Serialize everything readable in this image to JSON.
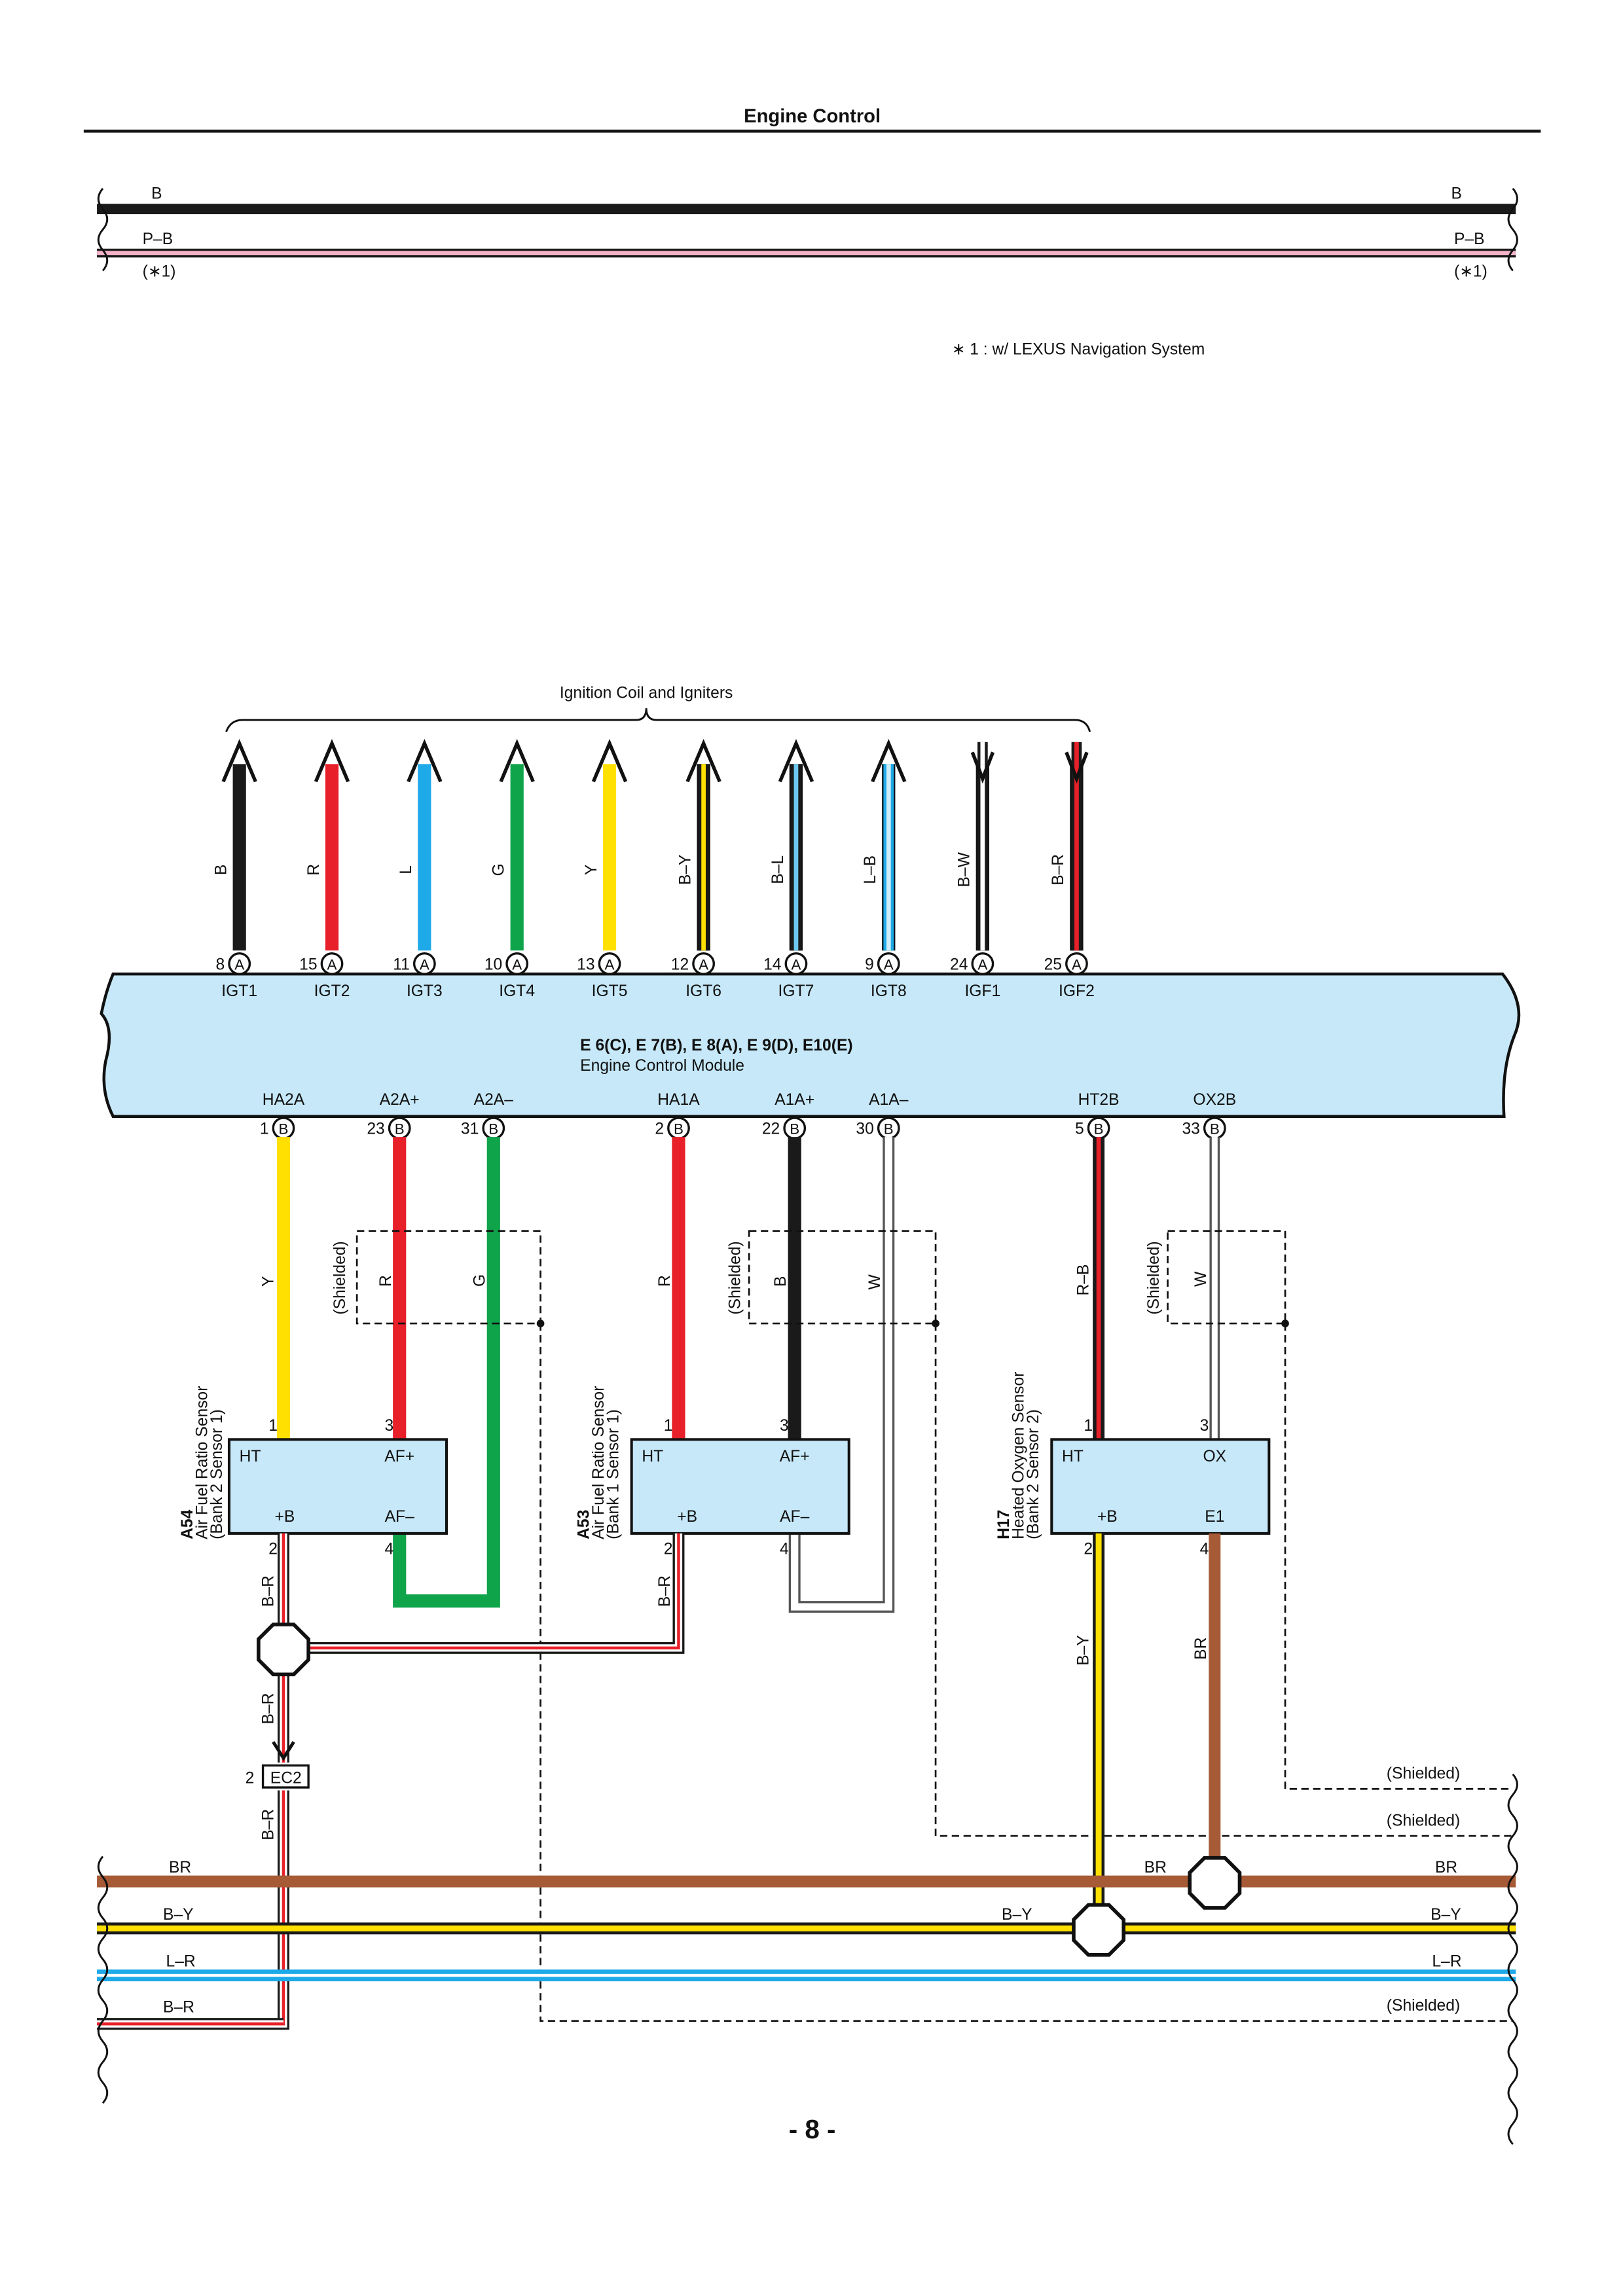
{
  "page": {
    "header": "Engine Control",
    "page_number": "- 8 -"
  },
  "top_wires": [
    {
      "label": "B",
      "color": "#1a1a1a",
      "stripe": null,
      "note": ""
    },
    {
      "label": "P–B",
      "color": "#f4b3c7",
      "stripe": "#1a1a1a",
      "note": "(∗1)"
    }
  ],
  "footnote": "∗ 1 : w/ LEXUS Navigation System",
  "ignition": {
    "title": "Ignition Coil and Igniters",
    "pins": [
      {
        "num": "8",
        "conn": "A",
        "signal": "IGT1",
        "wire": "B",
        "base": "#1a1a1a",
        "stripe": null,
        "dir": "out"
      },
      {
        "num": "15",
        "conn": "A",
        "signal": "IGT2",
        "wire": "R",
        "base": "#e8202a",
        "stripe": null,
        "dir": "out"
      },
      {
        "num": "11",
        "conn": "A",
        "signal": "IGT3",
        "wire": "L",
        "base": "#1ea9e8",
        "stripe": null,
        "dir": "out"
      },
      {
        "num": "10",
        "conn": "A",
        "signal": "IGT4",
        "wire": "G",
        "base": "#0fa34a",
        "stripe": null,
        "dir": "out"
      },
      {
        "num": "13",
        "conn": "A",
        "signal": "IGT5",
        "wire": "Y",
        "base": "#ffe000",
        "stripe": null,
        "dir": "out"
      },
      {
        "num": "12",
        "conn": "A",
        "signal": "IGT6",
        "wire": "B–Y",
        "base": "#1a1a1a",
        "stripe": "#ffe000",
        "dir": "out"
      },
      {
        "num": "14",
        "conn": "A",
        "signal": "IGT7",
        "wire": "B–L",
        "base": "#1a1a1a",
        "stripe": "#6cc8f0",
        "dir": "out"
      },
      {
        "num": "9",
        "conn": "A",
        "signal": "IGT8",
        "wire": "L–B",
        "base": "#1ea9e8",
        "stripe": "#cfeefa",
        "dir": "out"
      },
      {
        "num": "24",
        "conn": "A",
        "signal": "IGF1",
        "wire": "B–W",
        "base": "#1a1a1a",
        "stripe": "#ffffff",
        "dir": "in"
      },
      {
        "num": "25",
        "conn": "A",
        "signal": "IGF2",
        "wire": "B–R",
        "base": "#1a1a1a",
        "stripe": "#e8202a",
        "dir": "in"
      }
    ]
  },
  "ecm": {
    "title": "E 6(C), E 7(B), E 8(A), E 9(D), E10(E)",
    "subtitle": "Engine Control Module",
    "fill": "#c6e8f8"
  },
  "bottom_pins": [
    {
      "num": "1",
      "conn": "B",
      "signal": "HA2A"
    },
    {
      "num": "23",
      "conn": "B",
      "signal": "A2A+"
    },
    {
      "num": "31",
      "conn": "B",
      "signal": "A2A–"
    },
    {
      "num": "2",
      "conn": "B",
      "signal": "HA1A"
    },
    {
      "num": "22",
      "conn": "B",
      "signal": "A1A+"
    },
    {
      "num": "30",
      "conn": "B",
      "signal": "A1A–"
    },
    {
      "num": "5",
      "conn": "B",
      "signal": "HT2B"
    },
    {
      "num": "33",
      "conn": "B",
      "signal": "OX2B"
    }
  ],
  "sensors": [
    {
      "id": "A54",
      "name": "Air Fuel Ratio Sensor",
      "sub": "(Bank 2 Sensor 1)",
      "pins": {
        "tl": "HT",
        "tr": "AF+",
        "bl": "+B",
        "br": "AF–",
        "n_tl": "1",
        "n_tr": "3",
        "n_bl": "2",
        "n_br": "4"
      },
      "wires": {
        "a": "Y",
        "b": "R",
        "c": "G",
        "ground": "B–R"
      },
      "shield": "(Shielded)"
    },
    {
      "id": "A53",
      "name": "Air Fuel Ratio Sensor",
      "sub": "(Bank 1 Sensor 1)",
      "pins": {
        "tl": "HT",
        "tr": "AF+",
        "bl": "+B",
        "br": "AF–",
        "n_tl": "1",
        "n_tr": "3",
        "n_bl": "2",
        "n_br": "4"
      },
      "wires": {
        "a": "R",
        "b": "B",
        "c": "W",
        "ground": "B–R"
      },
      "shield": "(Shielded)"
    },
    {
      "id": "H17",
      "name": "Heated Oxygen Sensor",
      "sub": "(Bank 2 Sensor 2)",
      "pins": {
        "tl": "HT",
        "tr": "OX",
        "bl": "+B",
        "br": "E1",
        "n_tl": "1",
        "n_tr": "3",
        "n_bl": "2",
        "n_br": "4"
      },
      "wires": {
        "a": "R–B",
        "b": "W",
        "power": "B–Y",
        "ground": "BR"
      },
      "shield": "(Shielded)"
    }
  ],
  "connector_ec2": {
    "pin": "2",
    "name": "EC2",
    "wire_above": "B–R",
    "wire_below": "B–R"
  },
  "bus_wires": [
    {
      "label": "BR",
      "color": "#a65a36",
      "stripe": null
    },
    {
      "label": "B–Y",
      "color": "#1a1a1a",
      "stripe": "#ffe000"
    },
    {
      "label": "L–R",
      "color": "#1ea9e8",
      "stripe": "#ffffff"
    },
    {
      "label": "B–R",
      "color": "#1a1a1a",
      "stripe": "#e8202a"
    }
  ],
  "shield_labels": [
    "(Shielded)",
    "(Shielded)",
    "(Shielded)"
  ],
  "icon_names": [
    "wire-break-icon",
    "splice-point-icon",
    "connector-pin-icon",
    "arrow-up-icon",
    "arrow-down-icon",
    "shield-ground-dot-icon"
  ]
}
